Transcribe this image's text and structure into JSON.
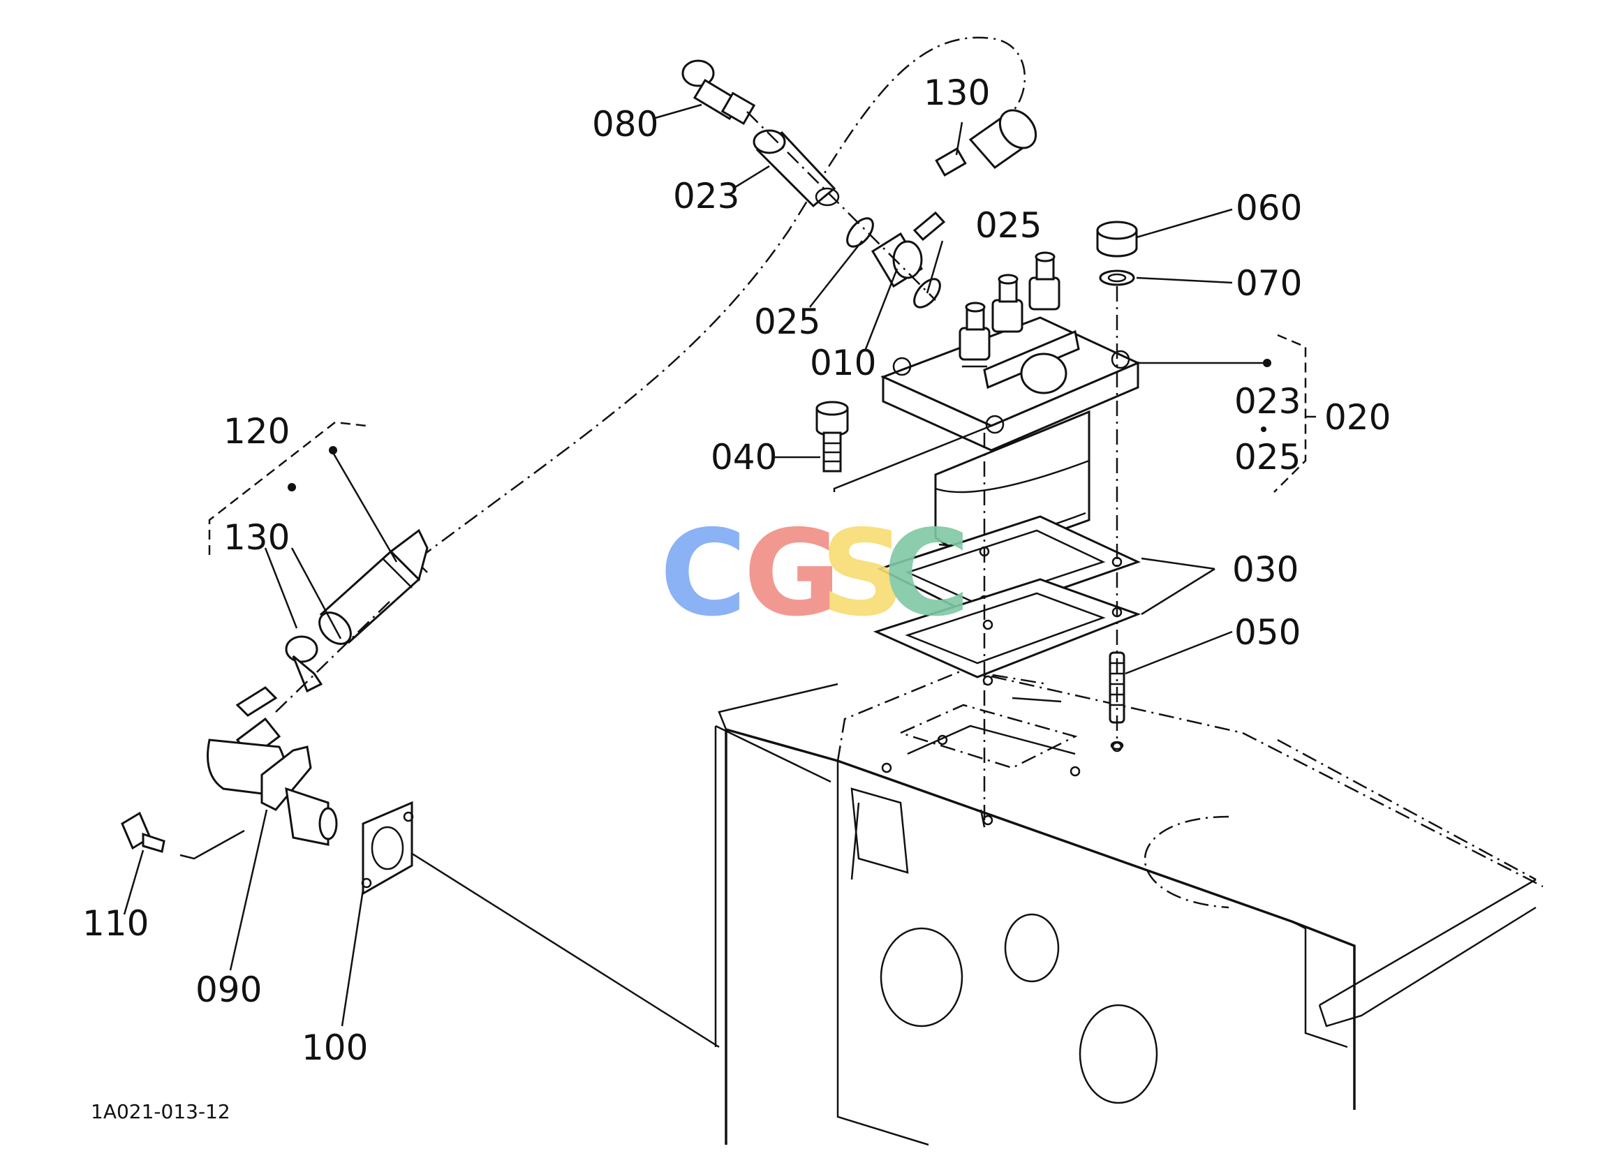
{
  "callouts": {
    "c080": "080",
    "c023a": "023",
    "c130a": "130",
    "c025a": "025",
    "c025b": "025",
    "c010": "010",
    "c060": "060",
    "c070": "070",
    "c023b": "023",
    "c025c": "025",
    "c020": "020",
    "c040": "040",
    "c120": "120",
    "c130b": "130",
    "c030": "030",
    "c050": "050",
    "c110": "110",
    "c090": "090",
    "c100": "100"
  },
  "figure_id": "1A021-013-12",
  "watermark": {
    "letters": [
      "C",
      "G",
      "S",
      "C"
    ],
    "colors": [
      "#7faaf5",
      "#f08f84",
      "#f8dc72",
      "#7fc8a4"
    ]
  }
}
